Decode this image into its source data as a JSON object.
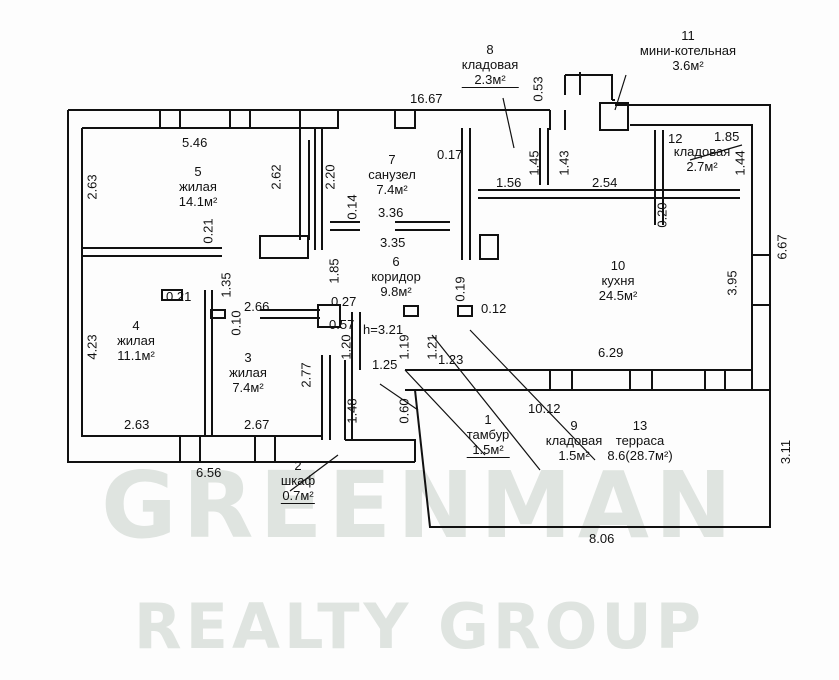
{
  "watermark": {
    "line1": "GREENMAN",
    "line2": "REALTY GROUP"
  },
  "rooms": [
    {
      "num": "1",
      "name": "тамбур",
      "area": "1.5м²"
    },
    {
      "num": "2",
      "name": "шкаф",
      "area": "0.7м²"
    },
    {
      "num": "3",
      "name": "жилая",
      "area": "7.4м²"
    },
    {
      "num": "4",
      "name": "жилая",
      "area": "11.1м²"
    },
    {
      "num": "5",
      "name": "жилая",
      "area": "14.1м²"
    },
    {
      "num": "6",
      "name": "коридор",
      "area": "9.8м²"
    },
    {
      "num": "7",
      "name": "санузел",
      "area": "7.4м²"
    },
    {
      "num": "8",
      "name": "кладовая",
      "area": "2.3м²"
    },
    {
      "num": "9",
      "name": "кладовая",
      "area": "1.5м²"
    },
    {
      "num": "10",
      "name": "кухня",
      "area": "24.5м²"
    },
    {
      "num": "11",
      "name": "мини-котельная",
      "area": "3.6м²"
    },
    {
      "num": "12",
      "name": "кладовая",
      "area": "2.7м²"
    },
    {
      "num": "13",
      "name": "терраса",
      "area": "8.6(28.7м²)"
    }
  ],
  "dimensions": {
    "d16_67": "16.67",
    "d5_46": "5.46",
    "d2_63a": "2.63",
    "d2_62": "2.62",
    "d2_20": "2.20",
    "d0_14": "0.14",
    "d3_36": "3.36",
    "d3_35": "3.35",
    "d0_17": "0.17",
    "d1_56": "1.56",
    "d1_45": "1.45",
    "d1_43": "1.43",
    "d0_53": "0.53",
    "d2_54": "2.54",
    "d1_85a": "1.85",
    "d1_44": "1.44",
    "d0_20": "0.20",
    "d6_67": "6.67",
    "d3_95": "3.95",
    "d0_21a": "0.21",
    "d1_35": "1.35",
    "d1_85b": "1.85",
    "d0_21b": "0.21",
    "d2_66": "2.66",
    "d0_27": "0.27",
    "d0_10": "0.10",
    "d0_57": "0.57",
    "d4_23": "4.23",
    "d1_20": "1.20",
    "d1_19": "1.19",
    "d1_21": "1.21",
    "d1_23": "1.23",
    "d0_19": "0.19",
    "d0_12": "0.12",
    "d2_77": "2.77",
    "d1_25": "1.25",
    "d6_29": "6.29",
    "d10_12": "10.12",
    "d0_60": "0.60",
    "d1_48": "1.48",
    "d2_63b": "2.63",
    "d2_67": "2.67",
    "d6_56": "6.56",
    "d3_11": "3.11",
    "d8_06": "8.06",
    "height": "h=3.21"
  }
}
